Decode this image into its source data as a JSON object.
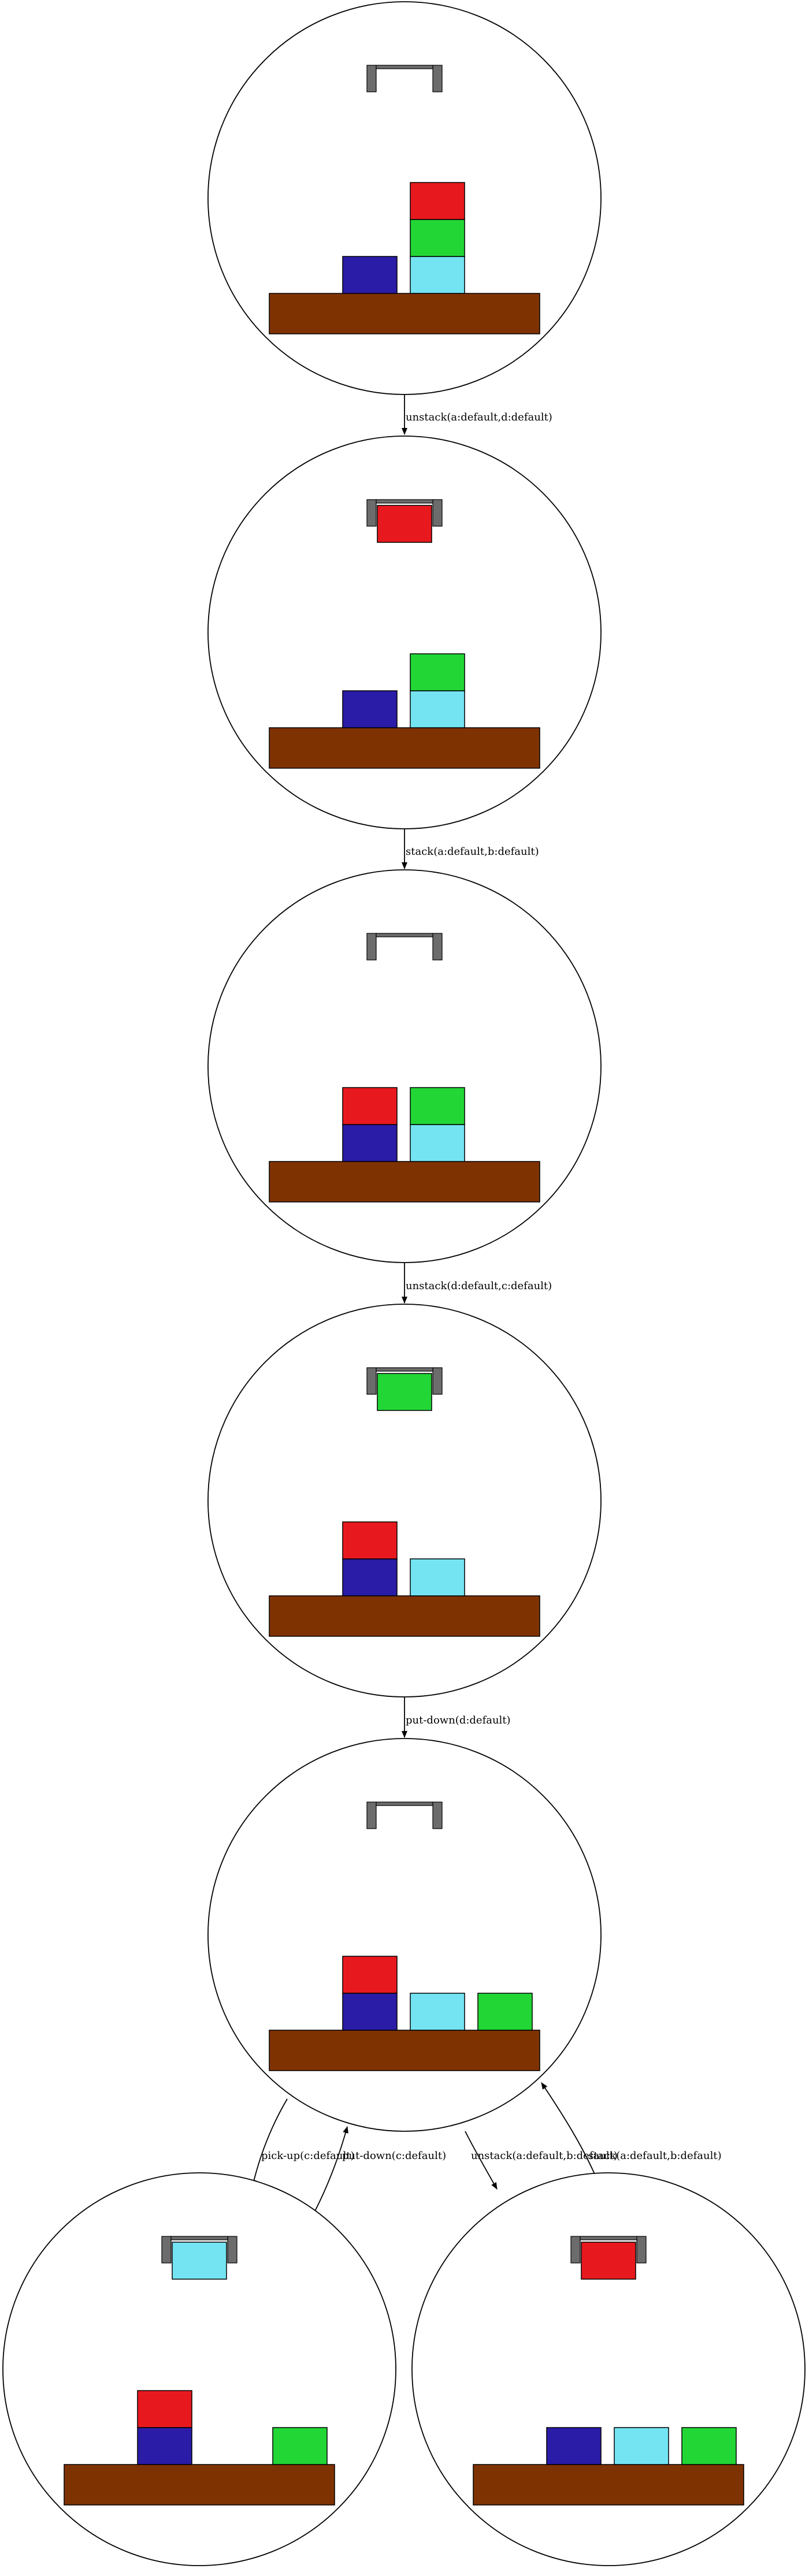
{
  "edge_labels": {
    "e1": "unstack(a:default,d:default)",
    "e2": "stack(a:default,b:default)",
    "e3": "unstack(d:default,c:default)",
    "e4": "put-down(d:default)",
    "e5": "pick-up(c:default)",
    "e6": "put-down(c:default)",
    "e7": "unstack(a:default,b:default)",
    "e8": "stack(a:default,b:default)"
  },
  "colors": {
    "red": "#e8191e",
    "green": "#22d636",
    "cyan": "#74e4f2",
    "navy": "#2a1ca6",
    "table": "#7f3201",
    "gripper": "#6c6c6c"
  }
}
